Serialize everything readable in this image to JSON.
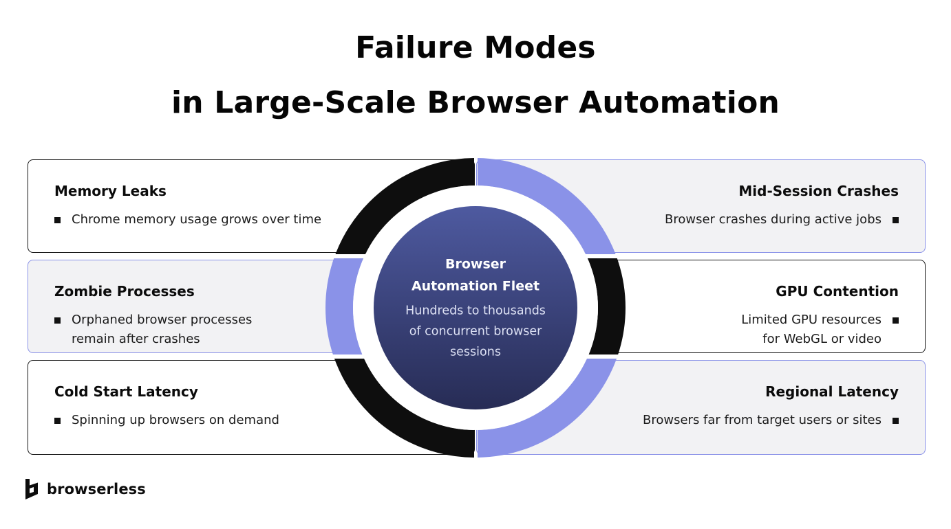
{
  "title": {
    "line1": "Failure Modes",
    "line2": "in Large-Scale Browser Automation"
  },
  "cards": [
    {
      "id": "memory-leaks",
      "title": "Memory Leaks",
      "body": "Chrome memory usage grows over time"
    },
    {
      "id": "mid-session-crashes",
      "title": "Mid-Session Crashes",
      "body": "Browser crashes during active jobs"
    },
    {
      "id": "zombie-processes",
      "title": "Zombie Processes",
      "body": "Orphaned browser processes\nremain after crashes"
    },
    {
      "id": "gpu-contention",
      "title": "GPU Contention",
      "body": "Limited GPU resources\nfor WebGL or video"
    },
    {
      "id": "cold-start-latency",
      "title": "Cold Start Latency",
      "body": "Spinning up browsers on demand"
    },
    {
      "id": "regional-latency",
      "title": "Regional Latency",
      "body": "Browsers far from target users or sites"
    }
  ],
  "center": {
    "title": "Browser\nAutomation Fleet",
    "subtitle": "Hundreds to thousands\nof concurrent browser\nsessions"
  },
  "logo": {
    "text": "browserless"
  },
  "colors": {
    "black": "#0e0e0e",
    "periwinkle": "#8a92e8",
    "card_gray": "#f2f2f4",
    "circle_top": "#4e5aa0",
    "circle_bottom": "#272c55",
    "white": "#ffffff"
  }
}
